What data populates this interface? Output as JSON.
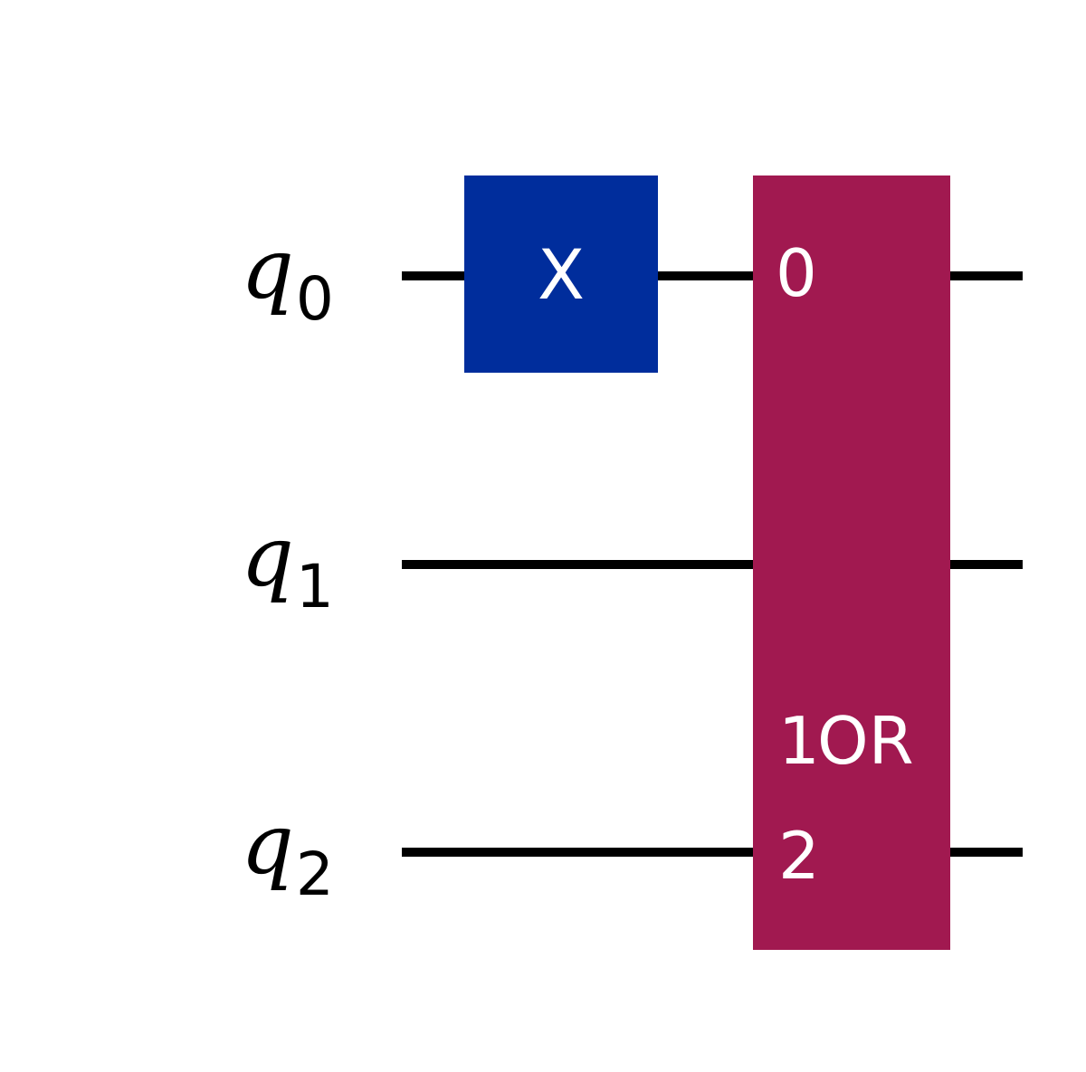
{
  "circuit": {
    "qubits": [
      {
        "symbol": "q",
        "index": "0"
      },
      {
        "symbol": "q",
        "index": "1"
      },
      {
        "symbol": "q",
        "index": "2"
      }
    ],
    "gates": {
      "x_gate": {
        "label": "X",
        "qubit": "0",
        "color": "#002D9C"
      },
      "or_gate": {
        "label": "OR",
        "qubits": [
          "0",
          "1",
          "2"
        ],
        "port_labels": [
          "0",
          "1",
          "2"
        ],
        "color": "#A11950"
      }
    },
    "colors": {
      "wire": "#000000",
      "gate_text": "#FFFFFF",
      "background": "#FFFFFF"
    }
  }
}
